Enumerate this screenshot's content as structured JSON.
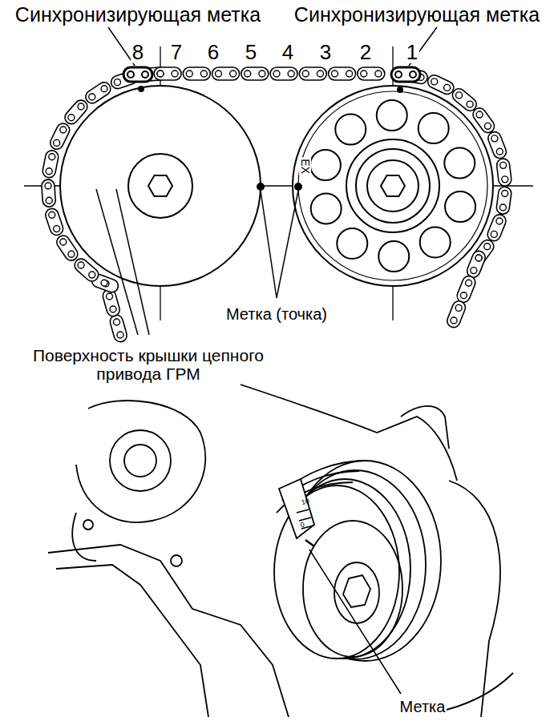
{
  "diagram": {
    "labels": [
      "Синхронизирующая метка",
      "Синхронизирующая метка",
      "8",
      "7",
      "6",
      "5",
      "4",
      "3",
      "2",
      "1",
      "EX",
      "Метка (точка)",
      "Поверхность крышки цепного привода ГРМ",
      "10",
      "0",
      "Метка"
    ]
  }
}
